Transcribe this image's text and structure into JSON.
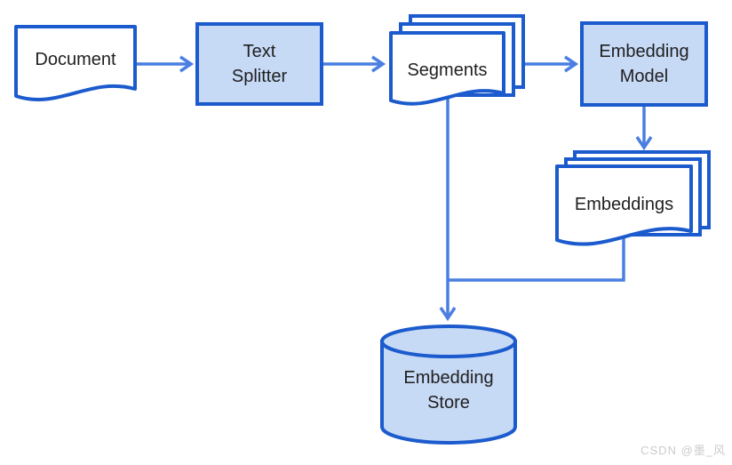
{
  "diagram": {
    "nodes": {
      "document": {
        "label": "Document",
        "type": "document"
      },
      "text_splitter": {
        "label": "Text Splitter",
        "type": "process"
      },
      "segments": {
        "label": "Segments",
        "type": "document-stack"
      },
      "embedding_model": {
        "label": "Embedding Model",
        "type": "process"
      },
      "embeddings": {
        "label": "Embeddings",
        "type": "document-stack"
      },
      "embedding_store": {
        "label": "Embedding Store",
        "type": "database-cylinder"
      }
    },
    "edges": [
      {
        "from": "document",
        "to": "text_splitter"
      },
      {
        "from": "text_splitter",
        "to": "segments"
      },
      {
        "from": "segments",
        "to": "embedding_model"
      },
      {
        "from": "embedding_model",
        "to": "embeddings"
      },
      {
        "from": "segments",
        "to": "embedding_store"
      },
      {
        "from": "embeddings",
        "to": "embedding_store"
      }
    ]
  },
  "watermark": {
    "text": "CSDN @墨_风"
  },
  "colors": {
    "node_border": "#1c5bcd",
    "node_fill": "#c6d9f5",
    "document_fill": "#ffffff",
    "connector": "#4a7ee2",
    "text": "#1f1f1f",
    "watermark": "#cbcbcb",
    "background": "#ffffff"
  }
}
